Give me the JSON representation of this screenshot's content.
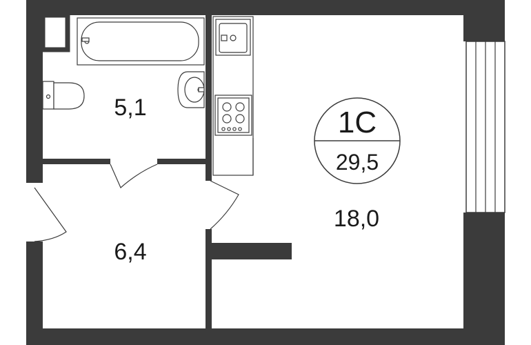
{
  "plan": {
    "apartment_type": "1С",
    "total_area": "29,5",
    "rooms": {
      "bathroom_area": "5,1",
      "hallway_area": "6,4",
      "living_area": "18,0"
    },
    "colors": {
      "wall": "#3b3b3b",
      "background": "#ffffff"
    }
  }
}
